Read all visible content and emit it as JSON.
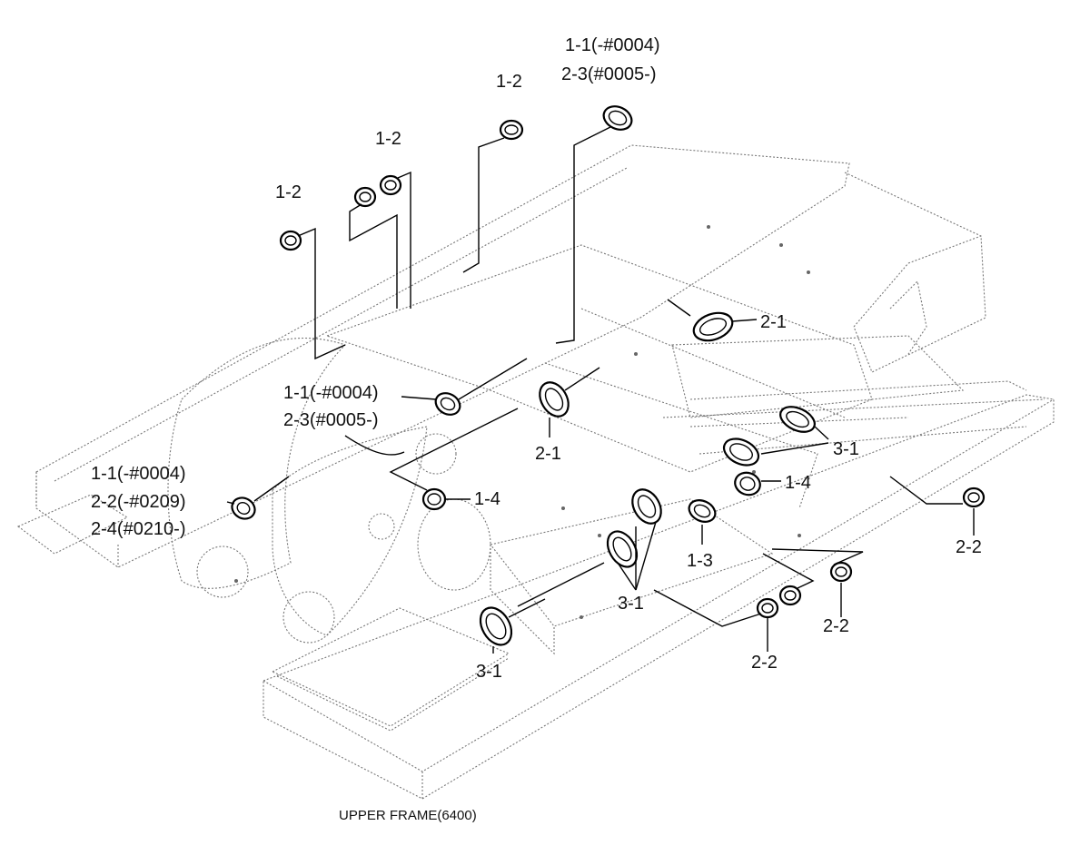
{
  "diagram": {
    "caption": "UPPER FRAME(6400)",
    "labels": [
      {
        "id": "top-right-a",
        "text": "1-1(-#0004)"
      },
      {
        "id": "top-right-b",
        "text": "2-3(#0005-)"
      },
      {
        "id": "top-1-2",
        "text": "1-2"
      },
      {
        "id": "mid-1-2",
        "text": "1-2"
      },
      {
        "id": "left-1-2",
        "text": "1-2"
      },
      {
        "id": "rear-2-1",
        "text": "2-1"
      },
      {
        "id": "center-1-1",
        "text": "1-1(-#0004)"
      },
      {
        "id": "center-2-3",
        "text": "2-3(#0005-)"
      },
      {
        "id": "center-2-1",
        "text": "2-1"
      },
      {
        "id": "right-3-1",
        "text": "3-1"
      },
      {
        "id": "left-1-1",
        "text": "1-1(-#0004)"
      },
      {
        "id": "left-2-2",
        "text": "2-2(-#0209)"
      },
      {
        "id": "left-2-4",
        "text": "2-4(#0210-)"
      },
      {
        "id": "center-1-4",
        "text": "1-4"
      },
      {
        "id": "right-1-4",
        "text": "1-4"
      },
      {
        "id": "center-1-3",
        "text": "1-3"
      },
      {
        "id": "far-right-2-2",
        "text": "2-2"
      },
      {
        "id": "lower-3-1",
        "text": "3-1"
      },
      {
        "id": "right-2-2",
        "text": "2-2"
      },
      {
        "id": "bottom-2-2",
        "text": "2-2"
      },
      {
        "id": "bottom-3-1",
        "text": "3-1"
      }
    ]
  }
}
